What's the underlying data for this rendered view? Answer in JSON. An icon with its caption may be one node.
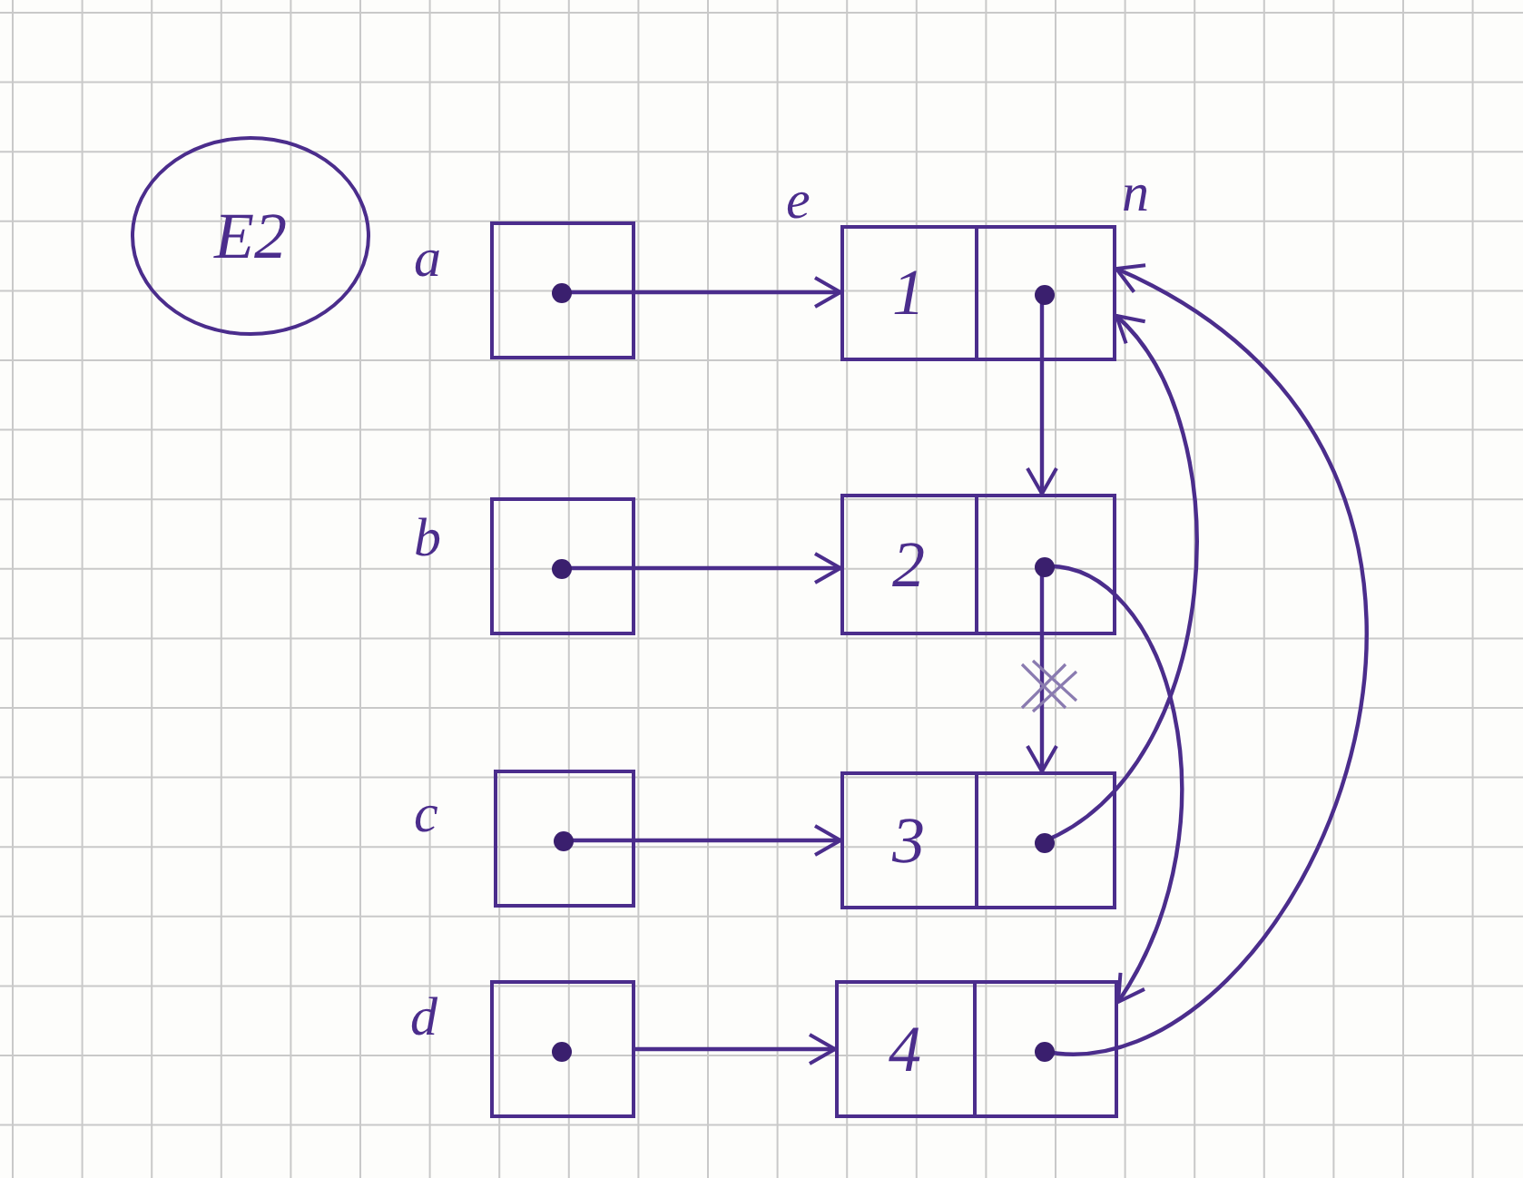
{
  "diagram": {
    "nodes": [
      {
        "text": [
          "E2"
        ]
      },
      {
        "text": [],
        "shape": "box",
        "beside": [
          "a"
        ]
      },
      {
        "text": [],
        "shape": "box"
      },
      {
        "text": [
          "1"
        ],
        "in": 2,
        "beside": [
          "e"
        ]
      },
      {
        "text": [],
        "shape": "box",
        "in": 2,
        "beside": [
          "n"
        ]
      },
      {
        "text": [],
        "shape": "box",
        "beside": [
          "b"
        ]
      },
      {
        "text": [],
        "shape": "box"
      },
      {
        "text": [
          "2"
        ],
        "in": 6
      },
      {
        "text": [],
        "shape": "box",
        "in": 6
      },
      {
        "text": [],
        "shape": "box",
        "beside": [
          "c"
        ]
      },
      {
        "text": [],
        "shape": "box"
      },
      {
        "text": [
          "3"
        ],
        "in": 10
      },
      {
        "text": [],
        "shape": "box",
        "in": 10
      },
      {
        "text": [],
        "shape": "box",
        "beside": [
          "d"
        ]
      },
      {
        "text": [],
        "shape": "box"
      },
      {
        "text": [
          "4"
        ],
        "in": 14
      },
      {
        "text": [],
        "shape": "box",
        "in": 14
      }
    ],
    "edges": [
      {
        "from": 1,
        "to": 2,
        "arrow": "to"
      },
      {
        "from": 4,
        "to": 6,
        "arrow": "to"
      },
      {
        "from": 5,
        "to": 6,
        "arrow": "to"
      },
      {
        "from": 8,
        "to": 10,
        "arrow": "to"
      },
      {
        "from": 8,
        "to": 14,
        "arrow": "to"
      },
      {
        "from": 9,
        "to": 10,
        "arrow": "to"
      },
      {
        "from": 12,
        "to": 2,
        "arrow": "to"
      },
      {
        "from": 13,
        "to": 14,
        "arrow": "to"
      },
      {
        "from": 16,
        "to": 2,
        "arrow": "to"
      }
    ]
  }
}
